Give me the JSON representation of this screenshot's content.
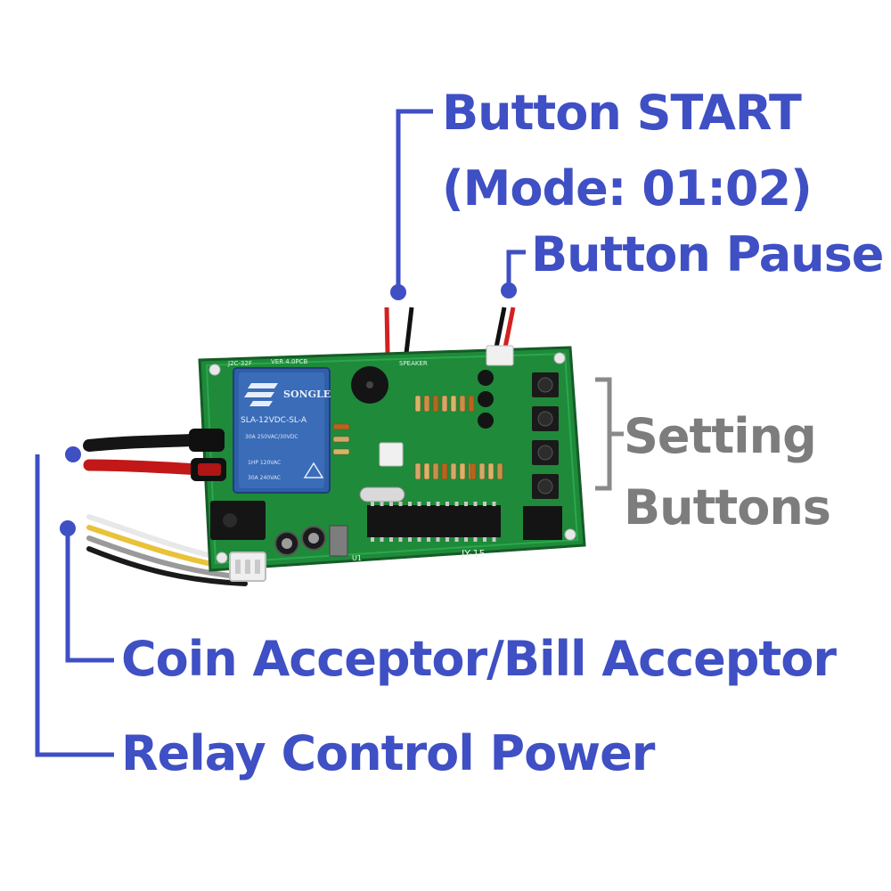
{
  "colors": {
    "label_blue": "#3f4fc4",
    "label_gray": "#7d7d7d",
    "pcb_green": "#1f8a3a",
    "relay_blue": "#2f5fa8"
  },
  "labels": {
    "button_start": "Button START",
    "button_start_mode": "(Mode: 01:02)",
    "button_pause": "Button Pause",
    "setting": "Setting",
    "buttons": "Buttons",
    "coin_acceptor": "Coin Acceptor/Bill Acceptor",
    "relay_control_power": "Relay Control Power"
  },
  "board": {
    "relay_brand": "SONGLE",
    "relay_model": "SLA-12VDC-SL-A",
    "relay_rating_1": "30A 250VAC/30VDC",
    "relay_rating_2": "1HP 120VAC",
    "relay_rating_3": "30A 240VAC",
    "pcb_version": "VER 4.0PCB",
    "pcb_model": "JY-15",
    "pcb_code": "J2C-32F",
    "speaker_label": "SPEAKER",
    "ic_label": "U1"
  }
}
